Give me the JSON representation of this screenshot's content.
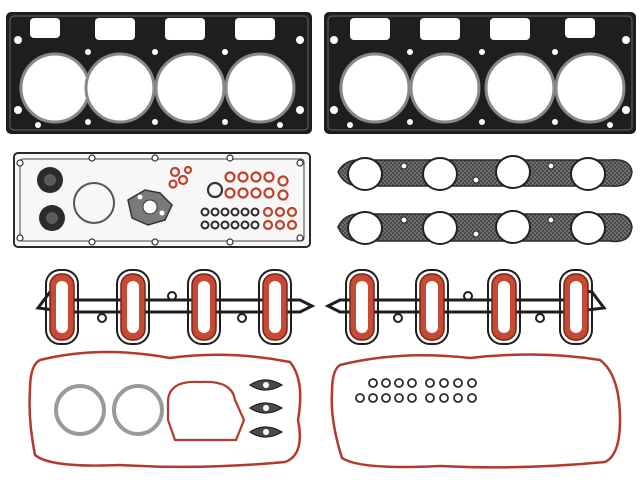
{
  "product": {
    "kind": "engine gasket set",
    "parts": [
      "head-gasket-left",
      "head-gasket-right",
      "valley-cover-gasket-set",
      "exhaust-gasket-upper",
      "exhaust-gasket-lower",
      "intake-gasket-left",
      "intake-gasket-right",
      "valve-cover-gasket-left",
      "valve-cover-gasket-right",
      "o-ring-set"
    ]
  },
  "colors": {
    "background": "#ffffff",
    "steel_dark": "#1c1c1c",
    "steel_mid": "#3a3a3a",
    "composite": "#8a8a8a",
    "rubber_orange": "#c8442a",
    "rubber_red": "#b23a2c",
    "ring_grey": "#bdbdbd"
  }
}
